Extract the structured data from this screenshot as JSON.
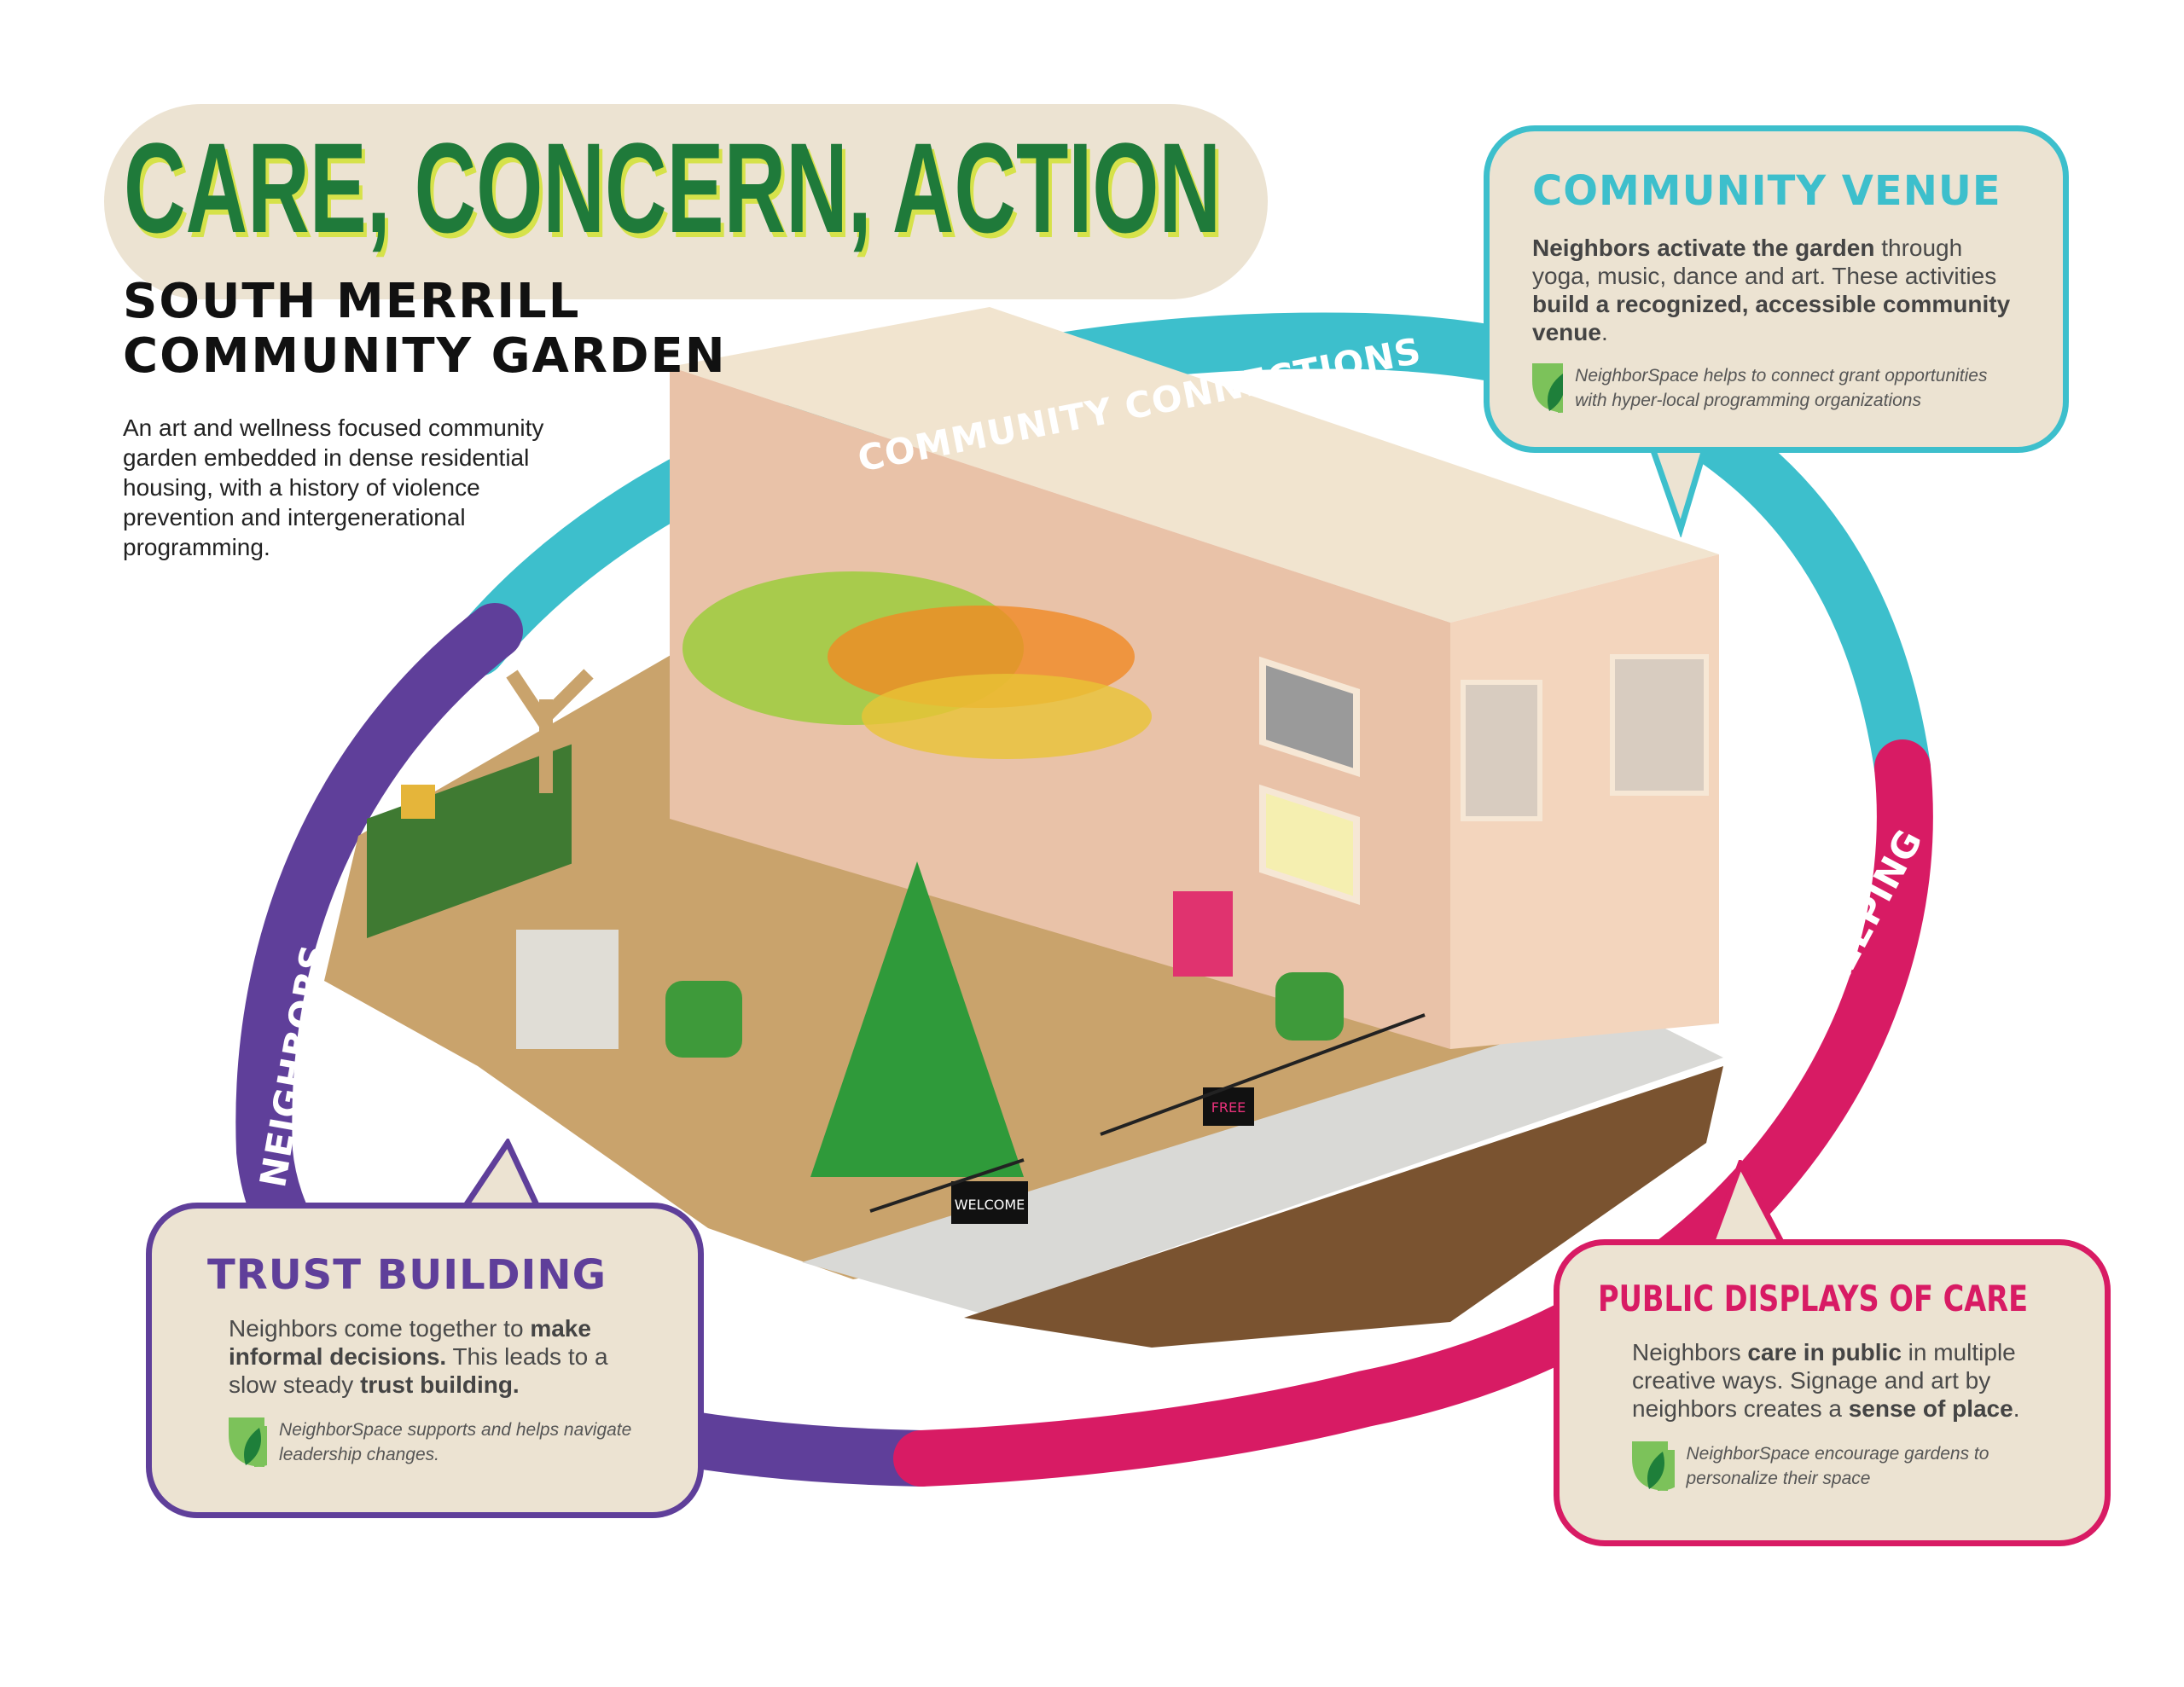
{
  "title": "CARE, CONCERN, ACTION",
  "subtitle": {
    "line1": "SOUTH MERRILL",
    "line2": "COMMUNITY GARDEN"
  },
  "description": "An art and wellness focused community garden embedded in dense residential housing, with a history of violence prevention and intergenerational programming.",
  "ring_labels": {
    "top": "COMMUNITY CONNECTIONS",
    "left": "NEIGHBORS",
    "right": "PLACE KEEPING"
  },
  "colors": {
    "teal": "#3dbfcc",
    "purple": "#5f3f9a",
    "pink": "#d81b64",
    "green": "#1f7a3a",
    "cream": "#ece3d2"
  },
  "community_venue": {
    "heading": "COMMUNITY VENUE",
    "b1": "Neighbors activate the garden",
    "t1": " through yoga, music, dance and art. These activities ",
    "b2": "build a recognized, accessible community venue",
    "t2": ".",
    "note": "NeighborSpace helps to connect grant opportunities with hyper-local programming organizations"
  },
  "trust_building": {
    "heading": "TRUST BUILDING",
    "t1": "Neighbors come together to ",
    "b1": "make informal decisions.",
    "t2": "  This leads to a slow steady ",
    "b2": "trust building.",
    "note": "NeighborSpace supports and helps navigate leadership changes."
  },
  "public_displays": {
    "heading": "PUBLIC DISPLAYS  OF CARE",
    "t1": "Neighbors ",
    "b1": "care in public",
    "t2": " in multiple creative ways.  Signage and art by neighbors creates a ",
    "b2": "sense of place",
    "t3": ".",
    "note": "NeighborSpace encourage gardens to personalize their space"
  },
  "signs": {
    "welcome": "WELCOME",
    "free": "FREE"
  }
}
